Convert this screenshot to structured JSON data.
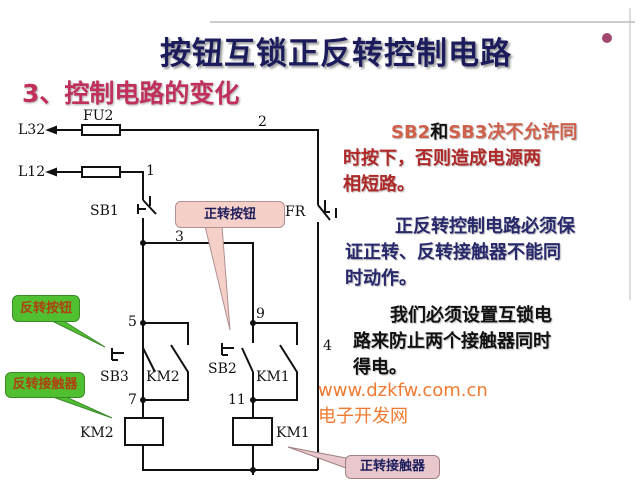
{
  "header": {
    "title": "按钮互锁正反转控制电路",
    "subtitle": "3、控制电路的变化"
  },
  "notes": {
    "p1": {
      "sb2": "SB2",
      "and": "和",
      "sb3": "SB3",
      "rest1": "决不允许同",
      "line2": "时按下，否则造成电源两",
      "line3": "相短路。"
    },
    "p2": {
      "line1": "正反转控制电路必须保",
      "line2": "证正转、反转接触器不能同",
      "line3": "时动作。"
    },
    "p3": {
      "line1": "我们必须设置互锁电",
      "line2": "路来防止两个接触器同时",
      "line3": "得电。"
    }
  },
  "watermark": {
    "url": "www.dzkfw.com.cn",
    "name": "电子开发网"
  },
  "circuit": {
    "l32": "L32",
    "l12": "L12",
    "fu2": "FU2",
    "n1": "1",
    "n2": "2",
    "n3": "3",
    "n4": "4",
    "n5": "5",
    "n7": "7",
    "n9": "9",
    "n11": "11",
    "sb1": "SB1",
    "sb2": "SB2",
    "sb3": "SB3",
    "fr": "FR",
    "km1c": "KM1",
    "km2c": "KM2",
    "km1": "KM1",
    "km2": "KM2"
  },
  "callouts": {
    "fwd_button": "正转按钮",
    "rev_button": "反转按钮",
    "rev_contactor": "反转接触器",
    "fwd_contactor": "正转接触器"
  }
}
